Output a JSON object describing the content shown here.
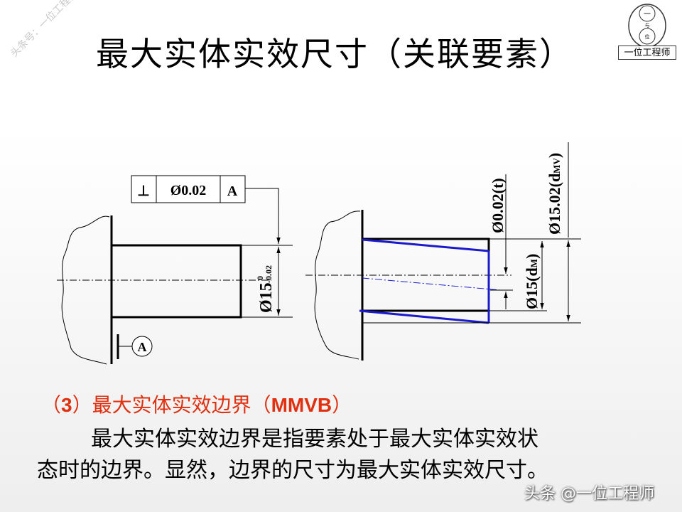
{
  "title": "最大实体实效尺寸（关联要素）",
  "watermark": "头条号：一位工程师",
  "logo": {
    "top_char": "一",
    "middle_char": "与",
    "bottom_char": "位",
    "label": "一位工程师"
  },
  "drawing_left": {
    "frame_symbol": "⊥",
    "frame_tolerance": "Ø0.02",
    "frame_datum": "A",
    "dimension_main": "Ø15",
    "dimension_upper": "0",
    "dimension_lower": "-0.02",
    "datum_label": "A"
  },
  "drawing_right": {
    "dim_t": "Ø0.02(t)",
    "dim_dm_main": "Ø15(d",
    "dim_dm_sub": "M",
    "dim_dmv_main": "Ø15.02(d",
    "dim_dmv_sub": "MV",
    "close_paren": ")",
    "colors": {
      "outline": "#000000",
      "deformed": "#1a1acc"
    }
  },
  "section": {
    "prefix": "（",
    "number": "3",
    "mid": "）最大实体实效边界（",
    "abbr": "MMVB",
    "suffix": "）"
  },
  "body": {
    "line1": "最大实体实效边界是指要素处于最大实体实效状",
    "line2": "态时的边界。显然，边界的尺寸为最大实体实效尺寸。"
  },
  "footer_watermark": "头条 @一位工程师",
  "accent_color": "#e03010"
}
